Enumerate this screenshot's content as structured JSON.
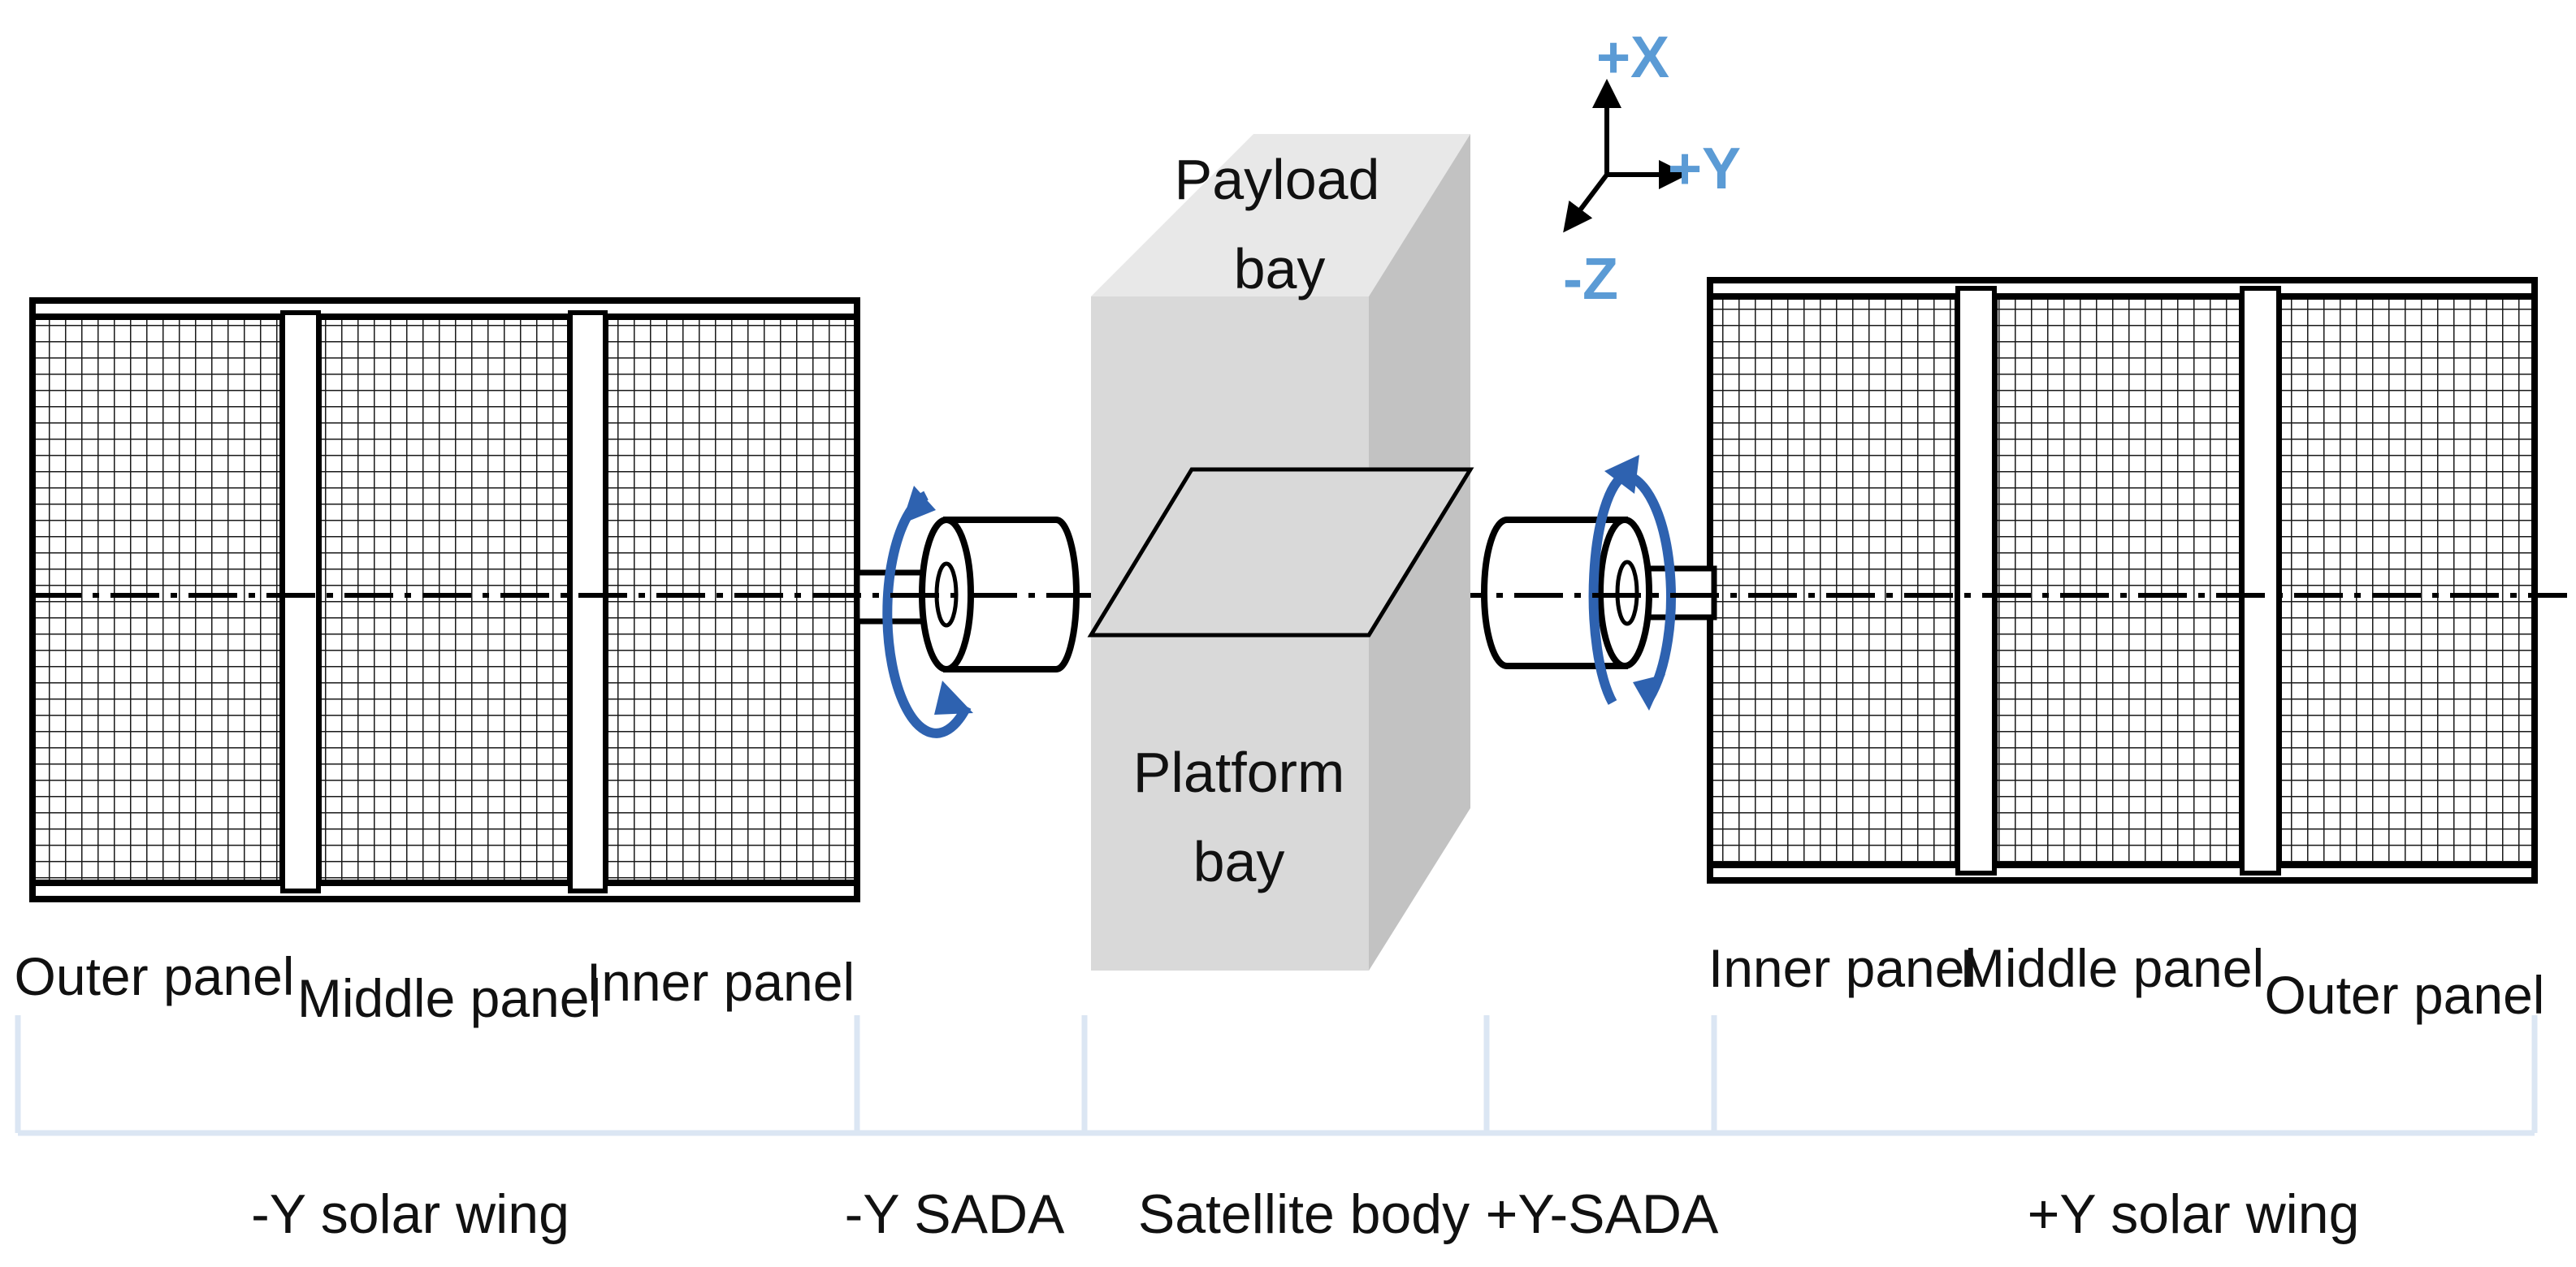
{
  "colors": {
    "axis_blue": "#5b9bd5",
    "rotation_blue": "#2e62b0",
    "body_front": "#d9d9d9",
    "body_top": "#e8e8e8",
    "body_side": "#c4c4c4",
    "grid_line": "#1a1a1a",
    "bracket": "#dbe6f3"
  },
  "body": {
    "top_label_line1": "Payload",
    "top_label_line2": "bay",
    "bottom_label_line1": "Platform",
    "bottom_label_line2": "bay"
  },
  "axes": {
    "x": "+X",
    "y": "+Y",
    "z": "-Z"
  },
  "left_wing": {
    "outer": "Outer panel",
    "middle": "Middle panel",
    "inner": "Inner panel"
  },
  "right_wing": {
    "inner": "Inner panel",
    "middle": "Middle panel",
    "outer": "Outer panel"
  },
  "sections": {
    "left_wing": "-Y solar wing",
    "left_sada": "-Y SADA",
    "body": "Satellite body",
    "right_sada": "+Y-SADA",
    "right_wing": "+Y solar wing"
  }
}
